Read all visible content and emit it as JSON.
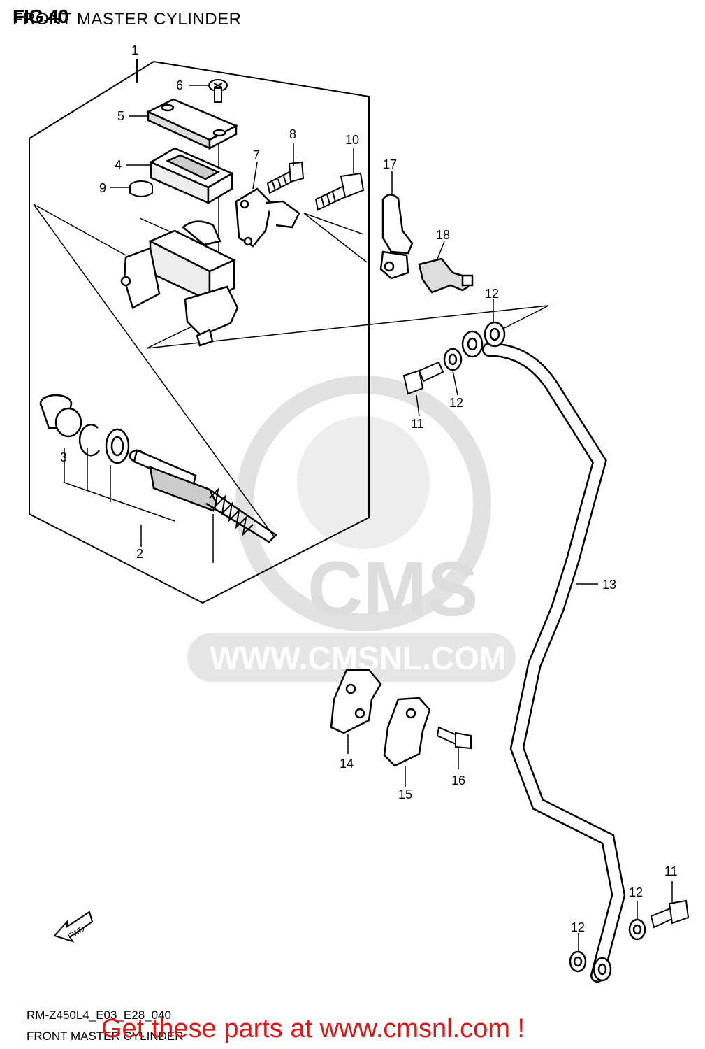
{
  "header": {
    "fig_label": "FIG.40",
    "subtitle": "FRONT MASTER CYLINDER"
  },
  "watermark": {
    "logo_text": "CMS",
    "url_text": "WWW.CMSNL.COM"
  },
  "fwd_arrow_label": "FWD",
  "callouts": {
    "c1": "1",
    "c2": "2",
    "c3": "3",
    "c4": "4",
    "c5": "5",
    "c6": "6",
    "c7": "7",
    "c8": "8",
    "c9": "9",
    "c10": "10",
    "c11a": "11",
    "c11b": "11",
    "c12a": "12",
    "c12b": "12",
    "c12c": "12",
    "c12d": "12",
    "c13": "13",
    "c14": "14",
    "c15": "15",
    "c16": "16",
    "c17": "17",
    "c18": "18"
  },
  "footer": {
    "model_code": "RM-Z450L4_E03_E28_040",
    "title": "FRONT MASTER CYLINDER",
    "promo": "Get these parts at www.cmsnl.com !"
  },
  "colors": {
    "promo": "#e41414",
    "watermark": "#dddddd",
    "line": "#000000"
  }
}
